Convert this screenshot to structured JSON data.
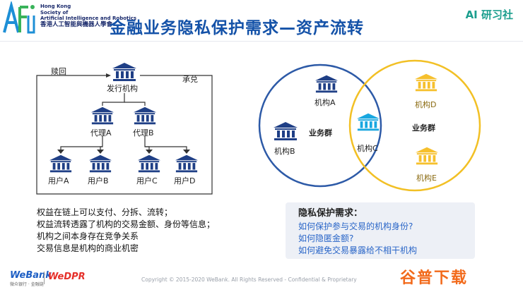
{
  "header": {
    "org_name_en_1": "Hong Kong",
    "org_name_en_2": "Society of",
    "org_name_en_3": "Artificial Intelligence and Robotics",
    "org_name_cn": "香港人工智能與機器人學會",
    "title": "金融业务隐私保护需求—资产流转",
    "brand": "AI 研习社"
  },
  "flow": {
    "issuer": "发行机构",
    "redeem": "赎回",
    "cash_out": "承兑",
    "agent_a": "代理A",
    "agent_b": "代理B",
    "user_a": "用户A",
    "user_b": "用户B",
    "user_c": "用户C",
    "user_d": "用户D"
  },
  "description": [
    "权益在链上可以支付、分拆、流转；",
    "权益流转透露了机构的交易金额、身份等信息；",
    "机构之间本身存在竞争关系",
    "交易信息是机构的商业机密"
  ],
  "venn": {
    "inst_a": "机构A",
    "inst_b": "机构B",
    "inst_c": "机构C",
    "inst_d": "机构D",
    "inst_e": "机构E",
    "group_left": "业务群",
    "group_right": "业务群"
  },
  "privacy": {
    "title": "隐私保护需求：",
    "items": [
      "如何保护参与交易的机构身份?",
      "如何隐匿金额?",
      "如何避免交易暴露给不相干机构"
    ]
  },
  "footer": {
    "webank": "WeBank",
    "webank_sub": "微众银行 · 金融链",
    "wedpr": "WeDPR",
    "copyright": "Copyright © 2015-2020 WeBank. All Rights Reserved - Confidential & Proprietary",
    "site": "谷普下载"
  },
  "colors": {
    "title_blue": "#1452a8",
    "icon_navy": "#1f3f86",
    "icon_cyan": "#18a7e0",
    "icon_gold": "#f6c02d",
    "circle_blue": "#2d5aa7",
    "circle_gold": "#f2c025"
  }
}
